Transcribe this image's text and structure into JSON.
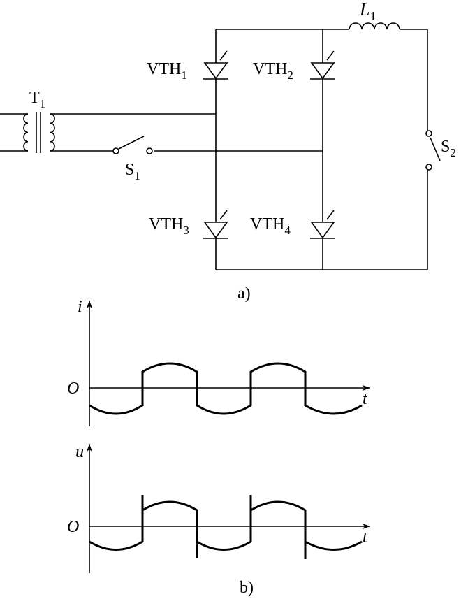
{
  "figure": {
    "part_a_caption": "a)",
    "part_b_caption": "b)"
  },
  "circuit": {
    "transformer": {
      "label": "T",
      "sub": "1"
    },
    "switch1": {
      "label": "S",
      "sub": "1"
    },
    "switch2": {
      "label": "S",
      "sub": "2"
    },
    "inductor": {
      "label": "L",
      "sub": "1"
    },
    "thyristors": [
      {
        "label": "VTH",
        "sub": "1"
      },
      {
        "label": "VTH",
        "sub": "2"
      },
      {
        "label": "VTH",
        "sub": "3"
      },
      {
        "label": "VTH",
        "sub": "4"
      }
    ]
  },
  "waveforms": {
    "current": {
      "axis_label": "i",
      "origin_label": "O",
      "time_label": "t"
    },
    "voltage": {
      "axis_label": "u",
      "origin_label": "O",
      "time_label": "t"
    }
  }
}
